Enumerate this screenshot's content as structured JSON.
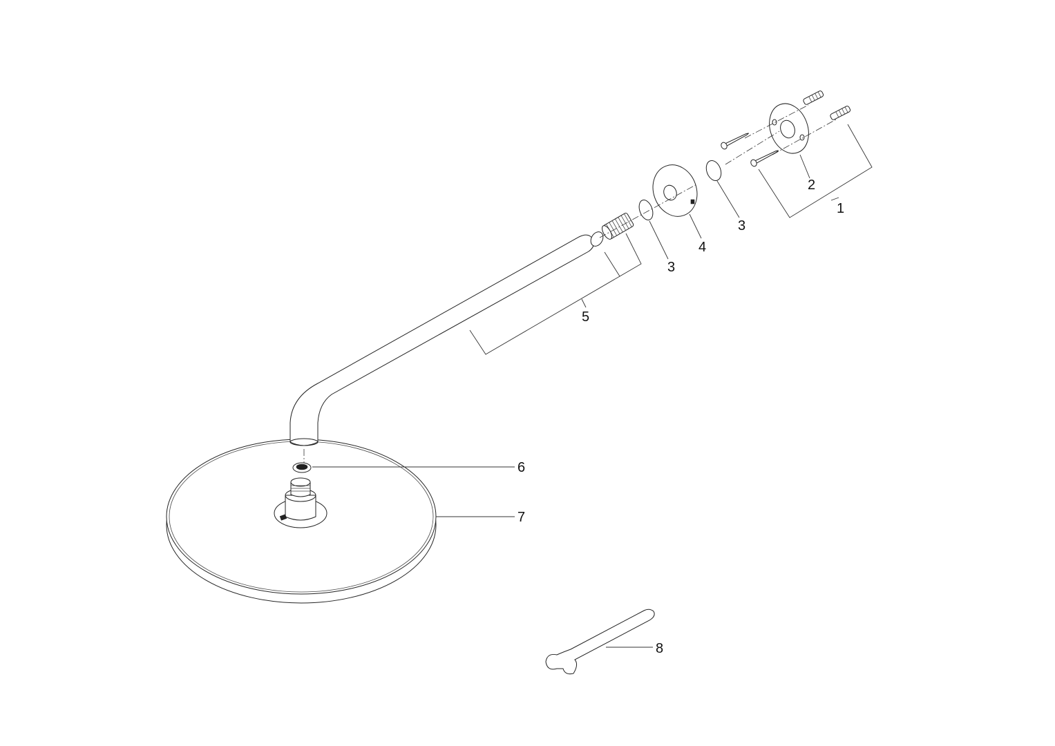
{
  "diagram": {
    "type": "exploded-view parts diagram",
    "subject": "Wall-mounted overhead shower arm with round rain shower head",
    "parts": [
      {
        "number": "1",
        "description": "Wall fixing set (screws and dowels)"
      },
      {
        "number": "2",
        "description": "Wall mounting flange"
      },
      {
        "number": "3",
        "description": "O-ring / seal (two instances)"
      },
      {
        "number": "4",
        "description": "Cover rosette"
      },
      {
        "number": "5",
        "description": "Shower arm with threaded nipple and seal"
      },
      {
        "number": "6",
        "description": "Flow regulator / strainer insert"
      },
      {
        "number": "7",
        "description": "Round overhead shower head"
      },
      {
        "number": "8",
        "description": "Open-ended spanner (wrench)"
      }
    ]
  },
  "labels": {
    "l1": "1",
    "l2": "2",
    "l3a": "3",
    "l3b": "3",
    "l4": "4",
    "l5": "5",
    "l6": "6",
    "l7": "7",
    "l8": "8"
  },
  "colors": {
    "line": "#222222",
    "background": "#ffffff"
  }
}
